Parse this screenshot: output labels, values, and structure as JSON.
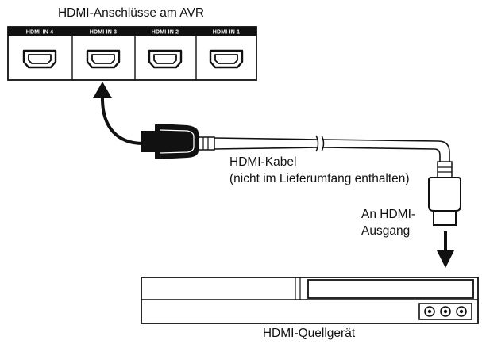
{
  "diagram": {
    "title": "HDMI-Anschlüsse am AVR",
    "avr_ports": [
      {
        "brand": "HDMI",
        "label": "IN 4"
      },
      {
        "brand": "HDMI",
        "label": "IN 3"
      },
      {
        "brand": "HDMI",
        "label": "IN 2"
      },
      {
        "brand": "HDMI",
        "label": "IN 1"
      }
    ],
    "cable_label_line1": "HDMI-Kabel",
    "cable_label_line2": "(nicht im Lieferumfang enthalten)",
    "output_label_line1": "An HDMI-",
    "output_label_line2": "Ausgang",
    "source_label": "HDMI-Quellgerät"
  }
}
